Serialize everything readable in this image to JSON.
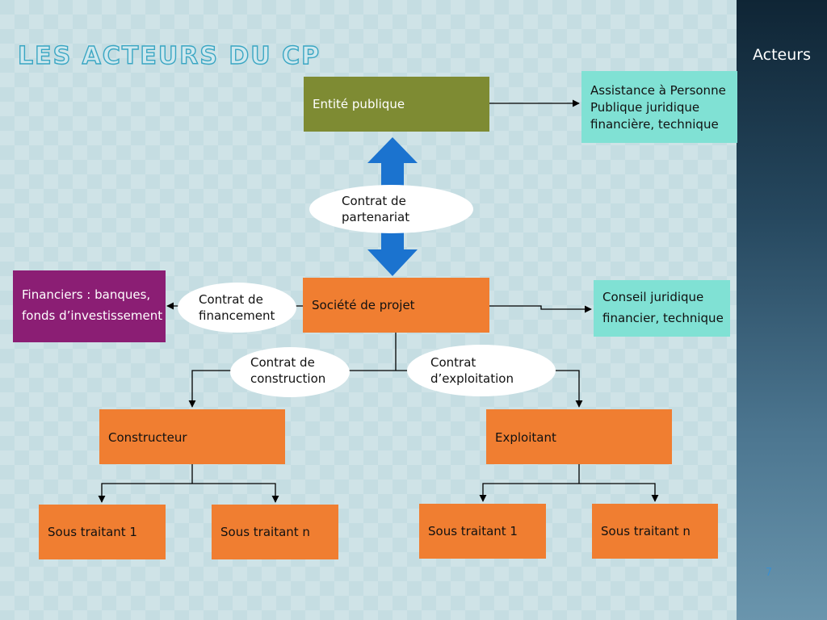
{
  "slide": {
    "title": "Les acteurs du CP",
    "section_label": "Acteurs",
    "page_number": "7"
  },
  "colors": {
    "orange": "#f07e31",
    "olive": "#7e8b33",
    "teal": "#80e1d4",
    "purple": "#8b1e74",
    "arrow_blue": "#1b73cf"
  },
  "diagram": {
    "nodes": {
      "entite_publique": "Entité publique",
      "assistance_line1": "Assistance à Personne",
      "assistance_line2": "Publique juridique",
      "assistance_line3": "financière, technique",
      "societe_projet": "Société de projet",
      "financiers_line1": "Financiers : banques,",
      "financiers_line2": "fonds d’investissement",
      "conseil_line1": "Conseil juridique",
      "conseil_line2": "financier, technique",
      "constructeur": "Constructeur",
      "exploitant": "Exploitant",
      "sous_traitant_1_a": "Sous traitant 1",
      "sous_traitant_n_a": "Sous traitant n",
      "sous_traitant_1_b": "Sous traitant 1",
      "sous_traitant_n_b": "Sous traitant n"
    },
    "contracts": {
      "partenariat_line1": "Contrat de",
      "partenariat_line2": "partenariat",
      "financement_line1": "Contrat de",
      "financement_line2": "financement",
      "construction_line1": "Contrat de",
      "construction_line2": "construction",
      "exploitation_line1": "Contrat",
      "exploitation_line2": "d’exploitation"
    }
  }
}
